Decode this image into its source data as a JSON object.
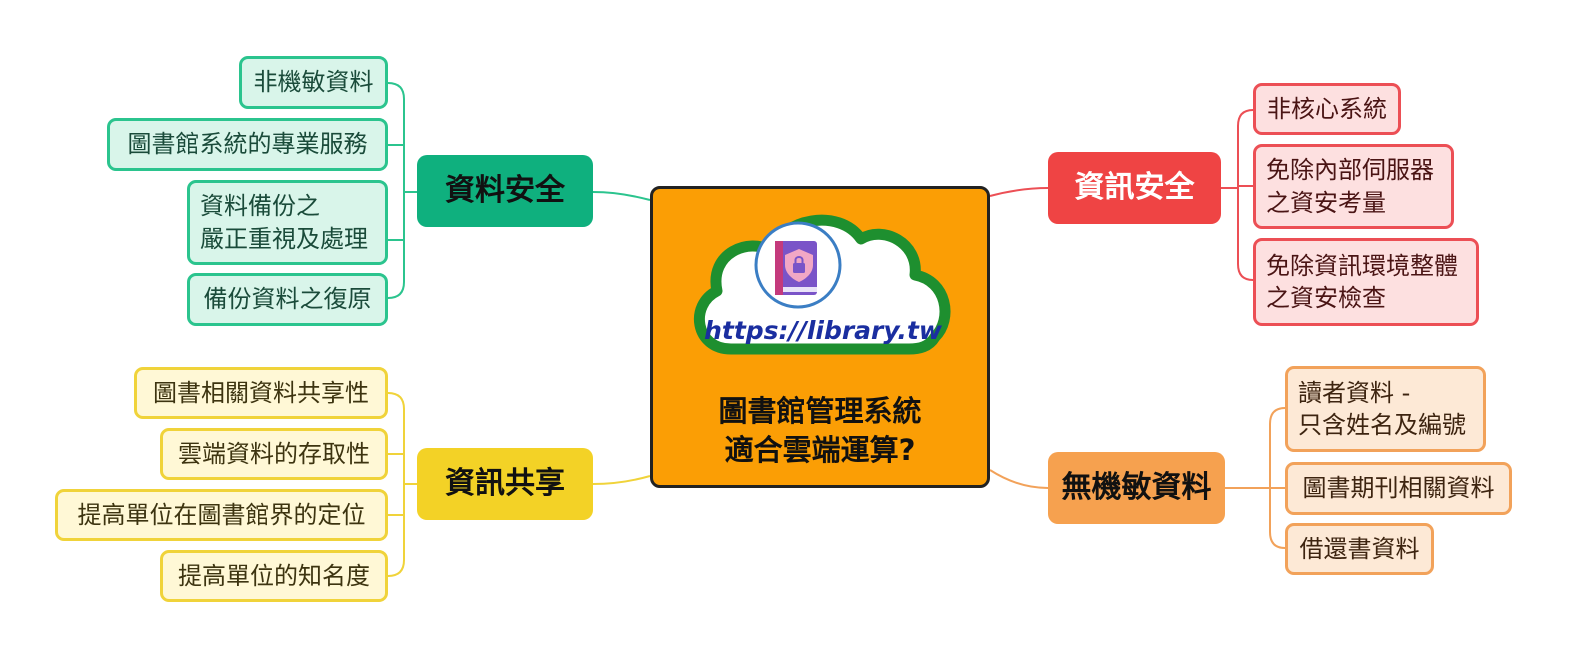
{
  "center": {
    "url": "https://library.tw",
    "title": "圖書館管理系統\n適合雲端運算?",
    "colors": {
      "box": "#fb9e05",
      "cloud_ring": "#1e8f2f",
      "url": "#1a2ea0"
    },
    "icon": "shield-lock-book-icon"
  },
  "branches": {
    "data_security": {
      "label": "資料安全",
      "color": "#0fb07e",
      "items": [
        "非機敏資料",
        "圖書館系統的專業服務",
        "資料備份之\n嚴正重視及處理",
        "備份資料之復原"
      ]
    },
    "info_security": {
      "label": "資訊安全",
      "color": "#ef4444",
      "items": [
        "非核心系統",
        "免除內部伺服器\n之資安考量",
        "免除資訊環境整體\n之資安檢查"
      ]
    },
    "info_sharing": {
      "label": "資訊共享",
      "color": "#f3d226",
      "items": [
        "圖書相關資料共享性",
        "雲端資料的存取性",
        "提高單位在圖書館界的定位",
        "提高單位的知名度"
      ]
    },
    "no_sensitive": {
      "label": "無機敏資料",
      "color": "#f6a14f",
      "items": [
        "讀者資料 -\n只含姓名及編號",
        "圖書期刊相關資料",
        "借還書資料"
      ]
    }
  }
}
